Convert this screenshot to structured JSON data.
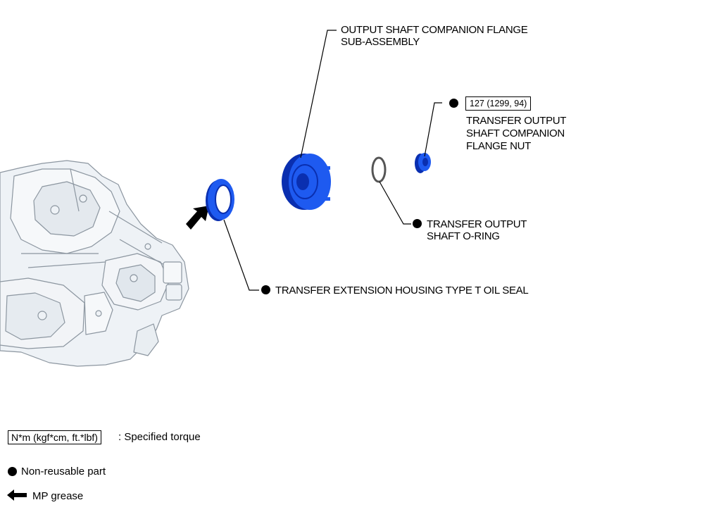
{
  "parts": {
    "companion_flange": {
      "label_line1": "OUTPUT SHAFT COMPANION FLANGE",
      "label_line2": "SUB-ASSEMBLY"
    },
    "flange_nut": {
      "torque": "127 (1299, 94)",
      "label_line1": "TRANSFER OUTPUT",
      "label_line2": "SHAFT COMPANION",
      "label_line3": "FLANGE NUT"
    },
    "o_ring": {
      "label_line1": "TRANSFER OUTPUT",
      "label_line2": "SHAFT O-RING"
    },
    "oil_seal": {
      "label": "TRANSFER EXTENSION HOUSING TYPE T OIL SEAL"
    }
  },
  "legend": {
    "torque_unit": "N*m (kgf*cm, ft.*lbf)",
    "torque_desc": ": Specified torque",
    "non_reusable": "Non-reusable part",
    "mp_grease": "MP grease"
  },
  "colors": {
    "part_blue": "#1e5af0",
    "part_blue_dark": "#0a2fb0",
    "housing_light": "#eef2f6",
    "housing_line": "#8c96a0"
  }
}
